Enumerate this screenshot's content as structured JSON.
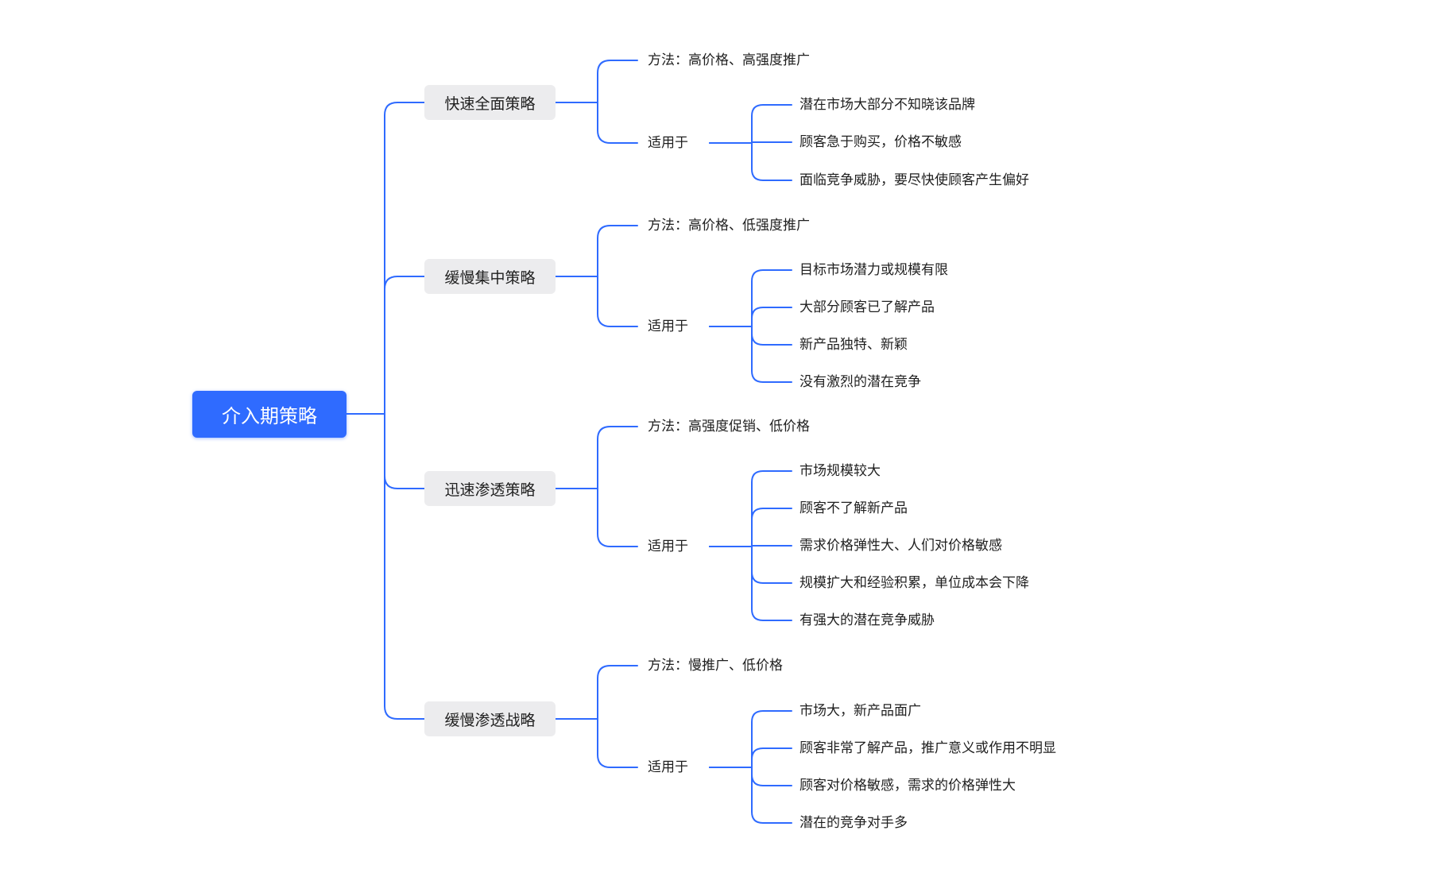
{
  "colors": {
    "connector": "#2f6bff",
    "root_fill": "#2f6bff",
    "root_text": "#ffffff",
    "branch_fill": "#ececee",
    "text": "#1f1f1f"
  },
  "mindmap": {
    "root": "介入期策略",
    "branches": [
      {
        "label": "快速全面策略",
        "method": "方法：高价格、高强度推广",
        "applies_label": "适用于",
        "conditions": [
          "潜在市场大部分不知晓该品牌",
          "顾客急于购买，价格不敏感",
          "面临竞争威胁，要尽快使顾客产生偏好"
        ]
      },
      {
        "label": "缓慢集中策略",
        "method": "方法：高价格、低强度推广",
        "applies_label": "适用于",
        "conditions": [
          "目标市场潜力或规模有限",
          "大部分顾客已了解产品",
          "新产品独特、新颖",
          "没有激烈的潜在竞争"
        ]
      },
      {
        "label": "迅速渗透策略",
        "method": "方法：高强度促销、低价格",
        "applies_label": "适用于",
        "conditions": [
          "市场规模较大",
          "顾客不了解新产品",
          "需求价格弹性大、人们对价格敏感",
          "规模扩大和经验积累，单位成本会下降",
          "有强大的潜在竞争威胁"
        ]
      },
      {
        "label": "缓慢渗透战略",
        "method": "方法：慢推广、低价格",
        "applies_label": "适用于",
        "conditions": [
          "市场大，新产品面广",
          "顾客非常了解产品，推广意义或作用不明显",
          "顾客对价格敏感，需求的价格弹性大",
          "潜在的竞争对手多"
        ]
      }
    ]
  }
}
